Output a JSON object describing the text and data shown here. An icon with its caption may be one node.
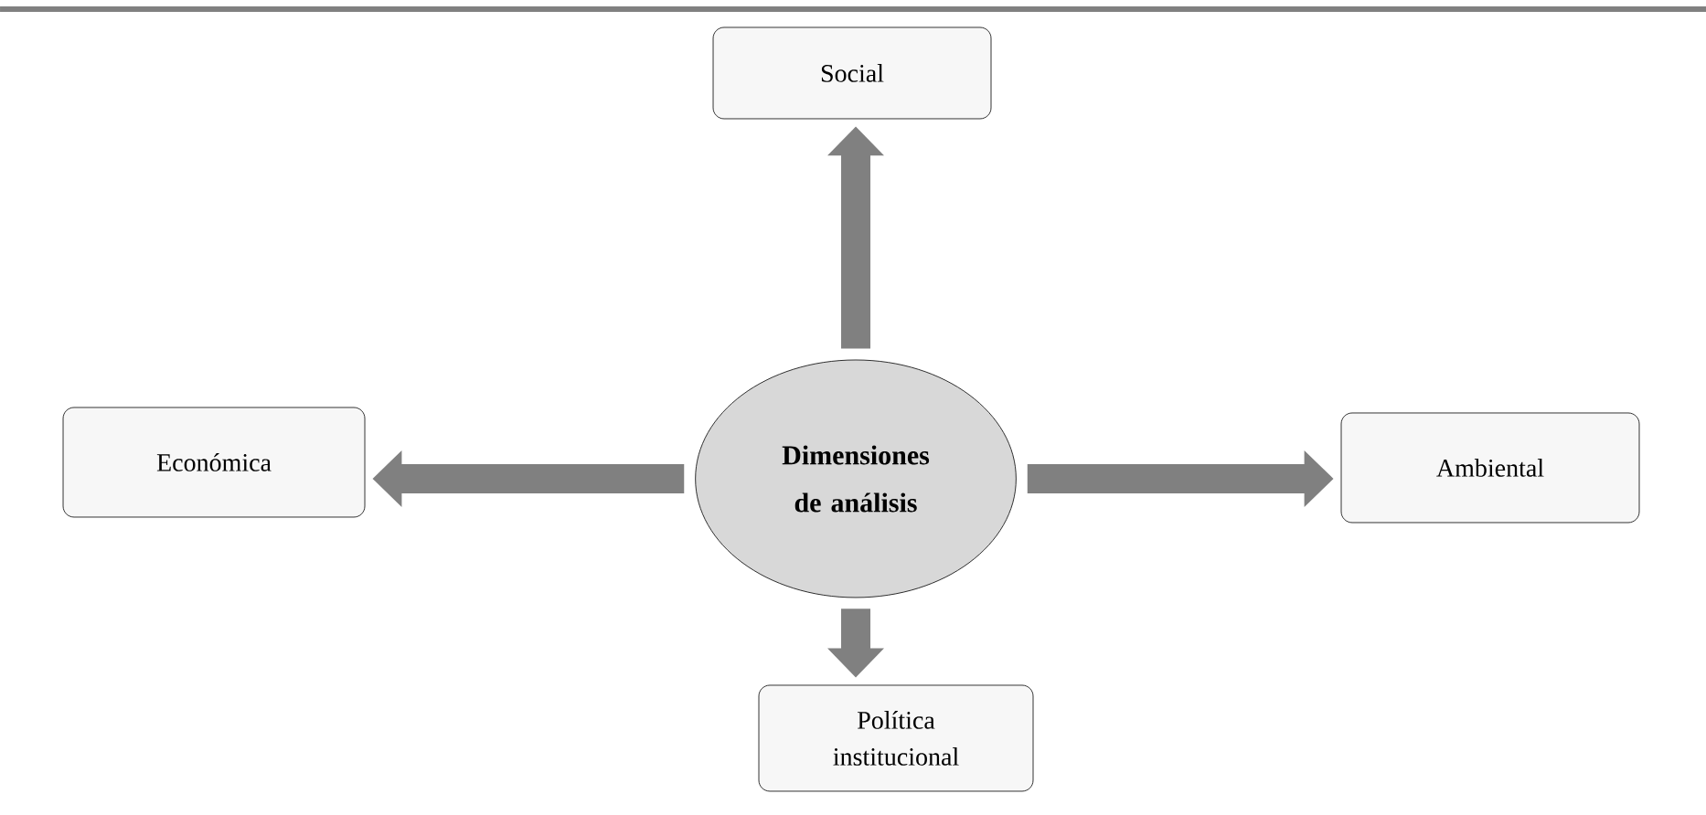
{
  "diagram": {
    "nodes": [
      {
        "text": [
          "Dimensiones de análisis"
        ]
      },
      {
        "text": [
          "Social"
        ]
      },
      {
        "text": [
          "Económica"
        ]
      },
      {
        "text": [
          "Ambiental"
        ]
      },
      {
        "text": [
          "Política institucional"
        ]
      }
    ],
    "edges": [
      {
        "from": 0,
        "to": 1,
        "arrow": "to"
      },
      {
        "from": 0,
        "to": 2,
        "arrow": "to"
      },
      {
        "from": 0,
        "to": 3,
        "arrow": "to"
      },
      {
        "from": 0,
        "to": 4,
        "arrow": "to"
      }
    ]
  }
}
